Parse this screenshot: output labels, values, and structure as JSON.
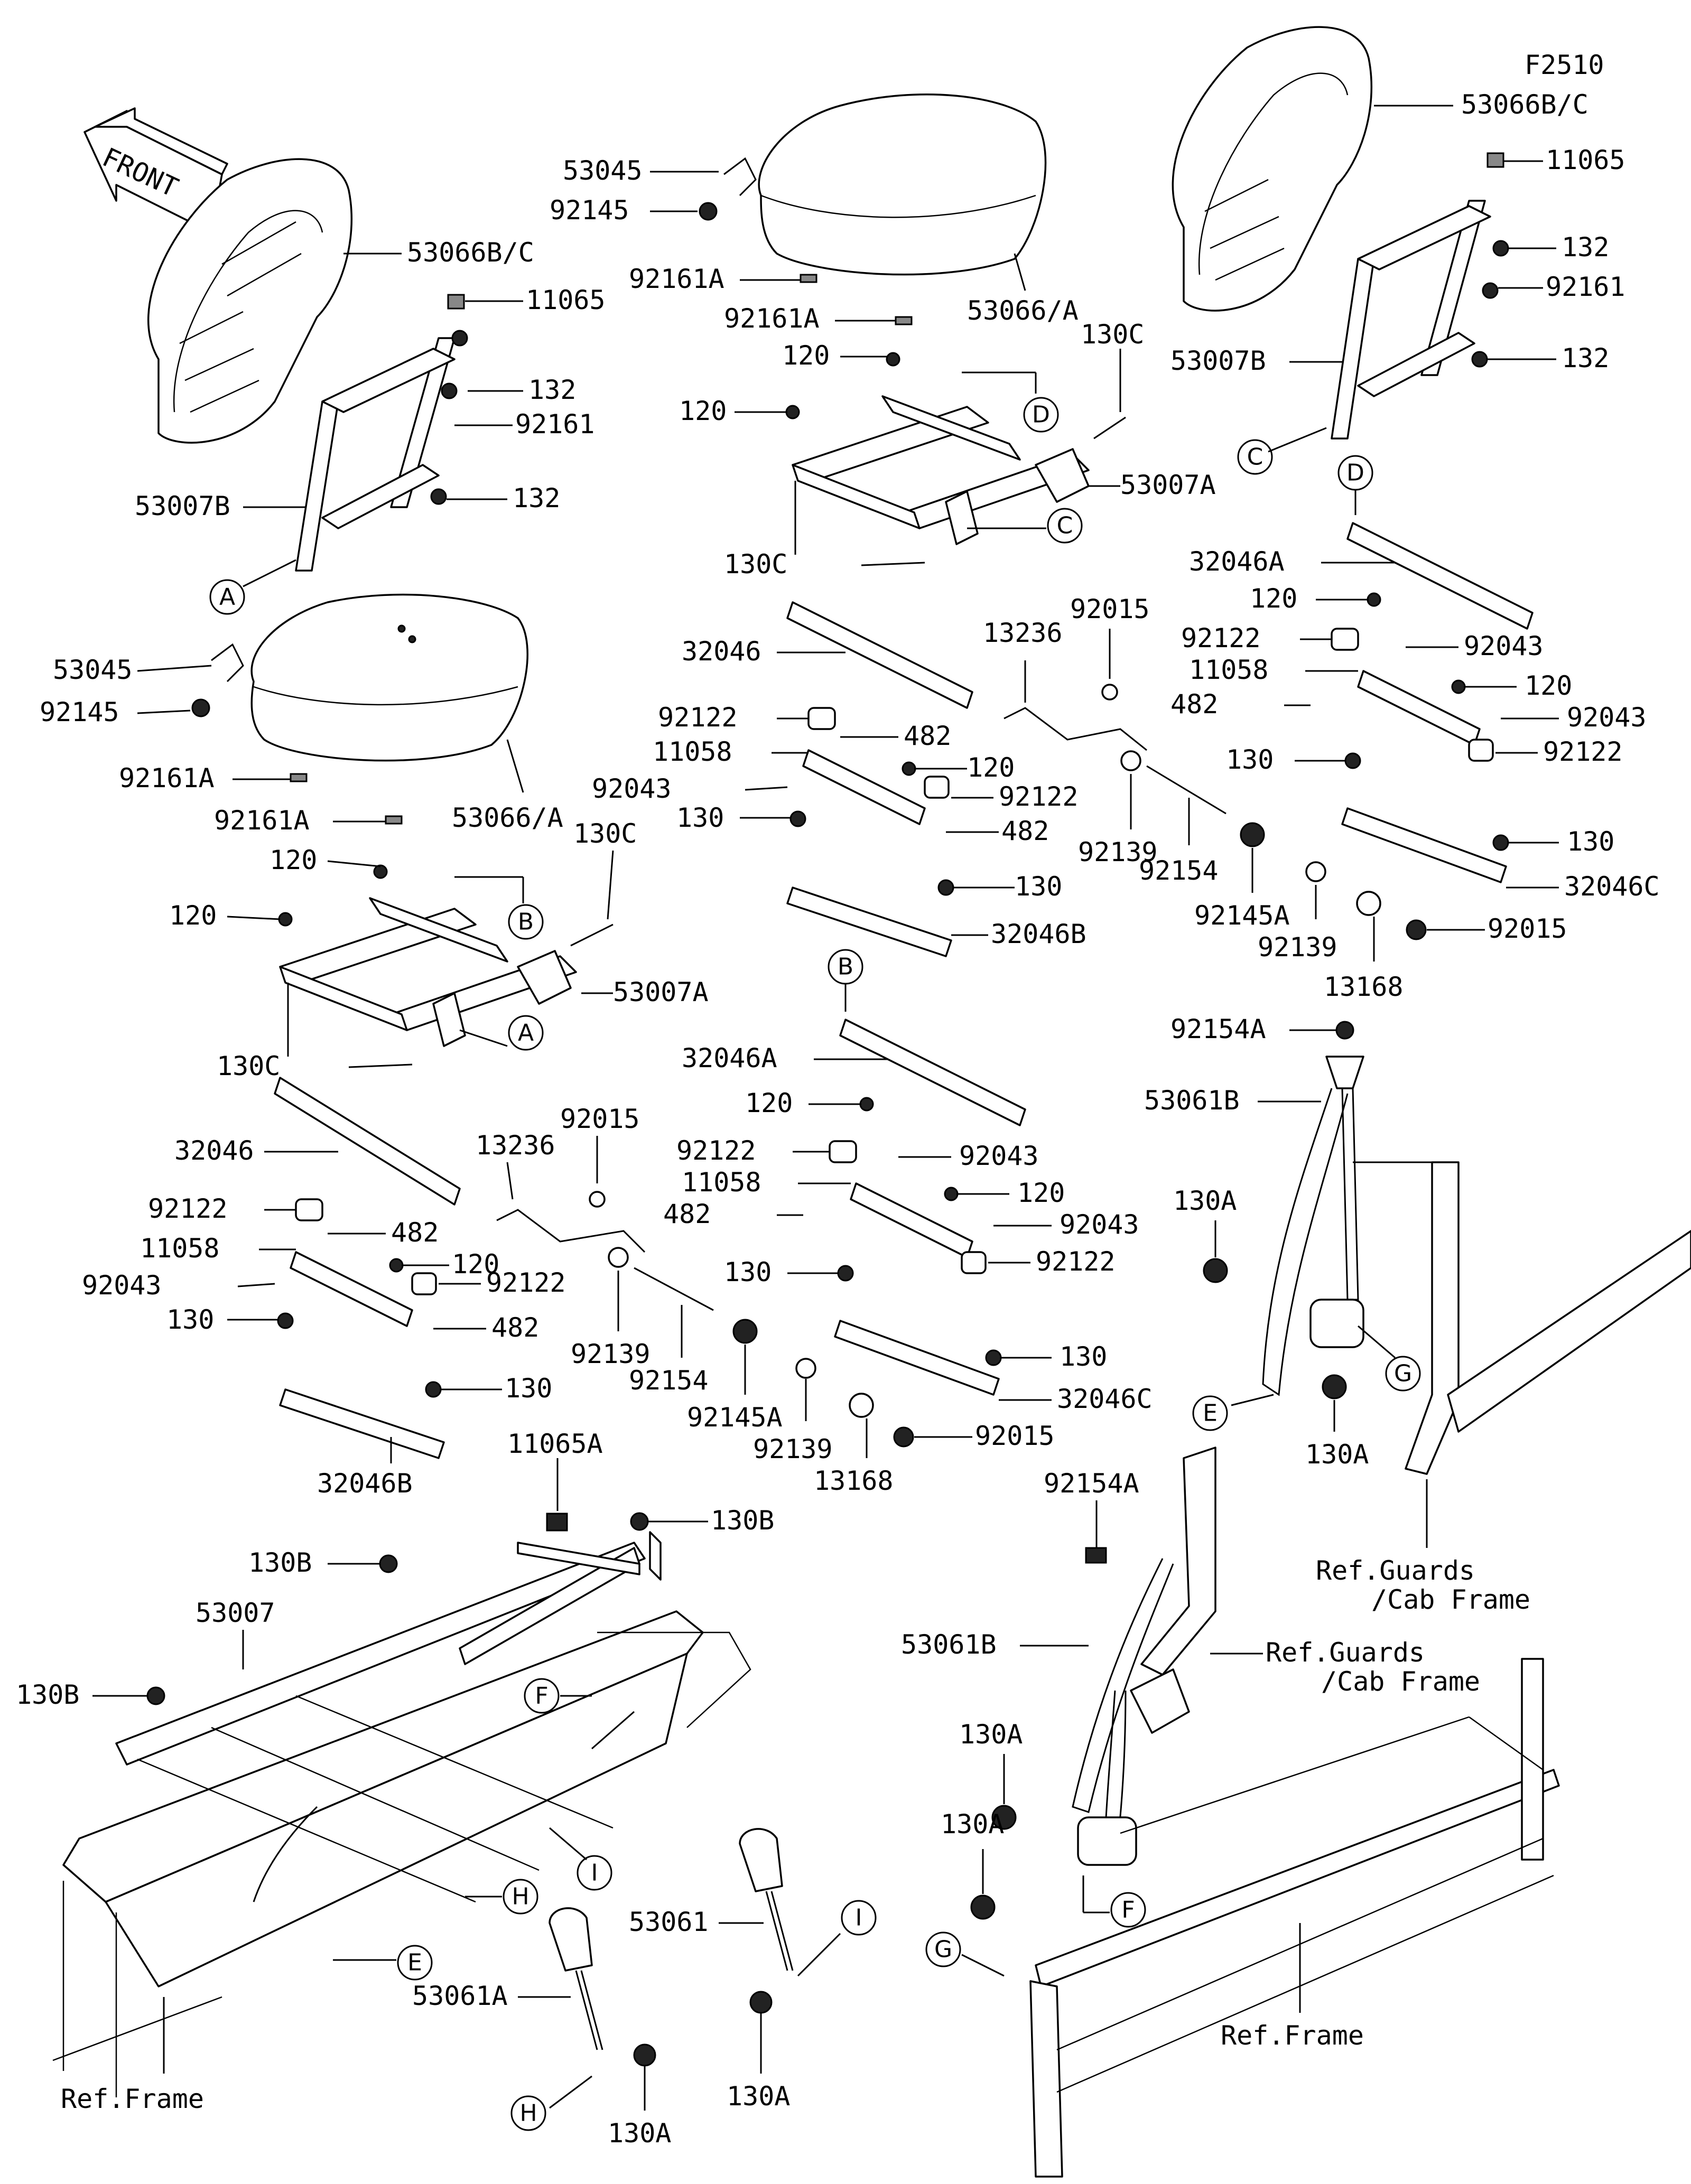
{
  "figure_code": "F2510",
  "front_label": "FRONT",
  "callouts": {
    "A": "A",
    "B": "B",
    "C": "C",
    "D": "D",
    "E": "E",
    "F": "F",
    "G": "G",
    "H": "H",
    "I": "I"
  },
  "labels": {
    "p53066bc": "53066B/C",
    "p11065": "11065",
    "p132": "132",
    "p92161": "92161",
    "p53007b": "53007B",
    "p53045": "53045",
    "p92145": "92145",
    "p92161a": "92161A",
    "p53066a": "53066/A",
    "p120": "120",
    "p130c": "130C",
    "p53007a": "53007A",
    "p32046": "32046",
    "p92122": "92122",
    "p482": "482",
    "p11058": "11058",
    "p92043": "92043",
    "p130": "130",
    "p32046b": "32046B",
    "p13236": "13236",
    "p92015": "92015",
    "p92139": "92139",
    "p92154": "92154",
    "p92145a": "92145A",
    "p13168": "13168",
    "p32046a": "32046A",
    "p32046c": "32046C",
    "p92154a": "92154A",
    "p53061b": "53061B",
    "p130a": "130A",
    "p11065a": "11065A",
    "p130b": "130B",
    "p53007": "53007",
    "p53061": "53061",
    "p53061a": "53061A",
    "ref_guards": "Ref.Guards",
    "cab_frame": "/Cab Frame",
    "ref_frame": "Ref.Frame"
  }
}
